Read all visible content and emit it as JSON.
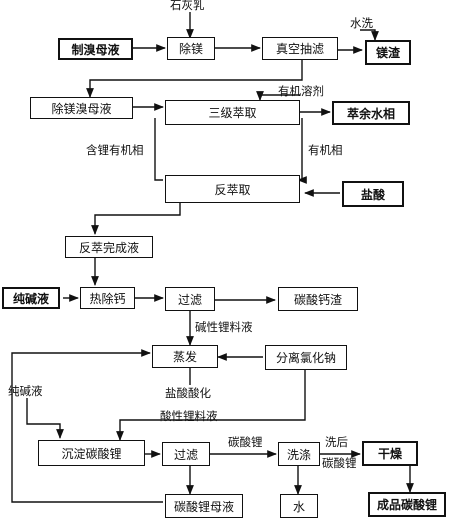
{
  "nodes": {
    "brine": "制溴母液",
    "remove_mg": "除镁",
    "vacuum_filter": "真空抽滤",
    "mg_residue": "镁渣",
    "mg_free_brine": "除镁溴母液",
    "three_stage_extraction": "三级萃取",
    "raffinate": "萃余水相",
    "back_extraction": "反萃取",
    "hcl": "盐酸",
    "back_extraction_liquor": "反萃完成液",
    "soda_solution_1": "纯碱液",
    "hot_ca_removal": "热除钙",
    "filter_1": "过滤",
    "caco3_residue": "碳酸钙渣",
    "evaporation": "蒸发",
    "nacl_separation": "分离氯化钠",
    "precipitate_li2co3": "沉淀碳酸锂",
    "filter_2": "过滤",
    "washing": "洗涤",
    "drying": "干燥",
    "mother_liquor": "碳酸锂母液",
    "water": "水",
    "product": "成品碳酸锂"
  },
  "labels": {
    "lime": "石灰乳",
    "water_wash": "水洗",
    "organic_solvent": "有机溶剂",
    "li_organic": "含锂有机相",
    "organic_phase": "有机相",
    "alkaline_li": "碱性锂料液",
    "hcl_acidify": "盐酸酸化",
    "soda_solution_2": "纯碱液",
    "acidic_li": "酸性锂料液",
    "li2co3": "碳酸锂",
    "after_wash": "洗后",
    "li2co3_2": "碳酸锂"
  }
}
